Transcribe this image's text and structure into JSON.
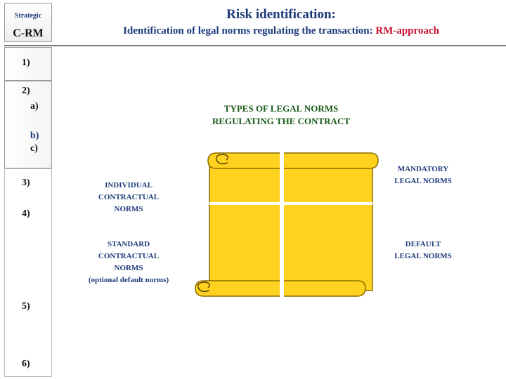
{
  "header": {
    "strategic_label": "Strategic",
    "crm_label": "C-RM",
    "title": "Risk identification:",
    "subtitle_main": "Identification of legal norms regulating the transaction: ",
    "subtitle_accent": "RM-approach"
  },
  "sidebar": {
    "items": [
      {
        "label": "1)"
      },
      {
        "label": "2)"
      },
      {
        "label": "a)"
      },
      {
        "label": "b)"
      },
      {
        "label": "c)"
      },
      {
        "label": "3)"
      },
      {
        "label": "4)"
      },
      {
        "label": "5)"
      },
      {
        "label": "6)"
      }
    ]
  },
  "main": {
    "types_title_line1": "TYPES OF LEGAL NORMS",
    "types_title_line2": "REGULATING THE CONTRACT",
    "individual_line1": "INDIVIDUAL",
    "individual_line2": "CONTRACTUAL",
    "individual_line3": "NORMS",
    "standard_line1": "STANDARD",
    "standard_line2": "CONTRACTUAL",
    "standard_line3": "NORMS",
    "standard_line4": "(optional default norms)",
    "mandatory_line1": "MANDATORY",
    "mandatory_line2": "LEGAL NORMS",
    "default_line1": "DEFAULT",
    "default_line2": "LEGAL NORMS"
  },
  "colors": {
    "title_blue": "#1b3a7a",
    "accent_red": "#c8102e",
    "scroll_fill": "#ffd21f",
    "scroll_stroke": "#8a6d00",
    "types_title_green": "#1a5a1a"
  }
}
